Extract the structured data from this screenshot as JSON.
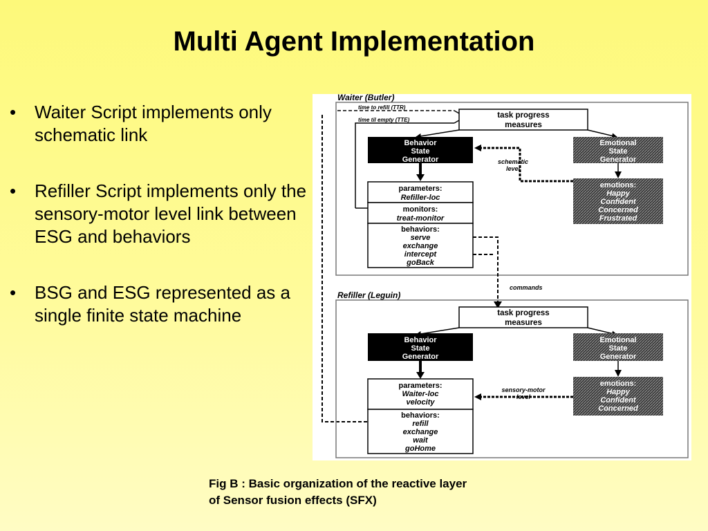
{
  "slide": {
    "title": "Multi Agent Implementation",
    "bullets": [
      "Waiter Script implements only schematic link",
      "Refiller Script implements only the sensory-motor level link between ESG and behaviors",
      "BSG and ESG represented as a single finite state machine"
    ],
    "caption_line1": "Fig B : Basic organization of the reactive layer",
    "caption_line2": "of Sensor fusion effects (SFX)"
  },
  "diagram": {
    "waiter": {
      "title": "Waiter (Butler)",
      "ttr": "time to refill (TTR)",
      "tte": "time til empty (TTE)",
      "tpm": [
        "task progress",
        "measures"
      ],
      "bsg": [
        "Behavior",
        "State",
        "Generator"
      ],
      "esg": [
        "Emotional",
        "State",
        "Generator"
      ],
      "schematic": [
        "schematic",
        "level"
      ],
      "params_header": "parameters:",
      "params": [
        "Refiller-loc"
      ],
      "monitors_header": "monitors:",
      "monitors": [
        "treat-monitor"
      ],
      "behaviors_header": "behaviors:",
      "behaviors": [
        "serve",
        "exchange",
        "intercept",
        "goBack"
      ],
      "emotions_header": "emotions:",
      "emotions": [
        "Happy",
        "Confident",
        "Concerned",
        "Frustrated"
      ]
    },
    "commands": "commands",
    "refiller": {
      "title": "Refiller (Leguin)",
      "tpm": [
        "task progress",
        "measures"
      ],
      "bsg": [
        "Behavior",
        "State",
        "Generator"
      ],
      "esg": [
        "Emotional",
        "State",
        "Generator"
      ],
      "sensory": [
        "sensory-motor",
        "level"
      ],
      "params_header": "parameters:",
      "params": [
        "Waiter-loc",
        "velocity"
      ],
      "behaviors_header": "behaviors:",
      "behaviors": [
        "refill",
        "exchange",
        "wait",
        "goHome"
      ],
      "emotions_header": "emotions:",
      "emotions": [
        "Happy",
        "Confident",
        "Concerned"
      ]
    }
  }
}
